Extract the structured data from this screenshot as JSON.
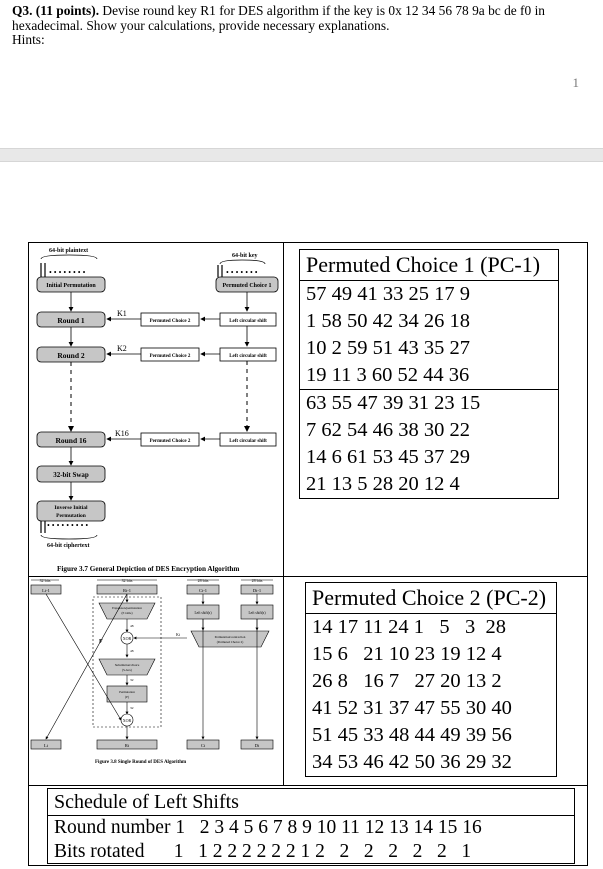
{
  "question": {
    "label": "Q3. (11 points).",
    "text": "Devise round key R1 for DES algorithm if the key is 0x 12 34 56 78 9a bc de f0 in hexadecimal. Show your calculations, provide necessary explanations.",
    "hints": "Hints:"
  },
  "page_number": "1",
  "fig37": {
    "plaintext": "64-bit plaintext",
    "key": "64-bit key",
    "initial_perm": "Initial Permutation",
    "pc1": "Permuted Choice 1",
    "round1": "Round 1",
    "round2": "Round 2",
    "round16": "Round 16",
    "k1": "K1",
    "k2": "K2",
    "k16": "K16",
    "pc2": "Permuted Choice 2",
    "lcs": "Left circular shift",
    "swap": "32-bit Swap",
    "inverse_line1": "Inverse Initial",
    "inverse_line2": "Permutation",
    "ciphertext": "64-bit ciphertext",
    "caption": "Figure 3.7   General Depiction of DES Encryption Algorithm"
  },
  "fig38": {
    "bits32a": "32 bits",
    "bits32b": "32 bits",
    "bits28a": "28 bits",
    "bits28b": "28 bits",
    "l_in": "Li-1",
    "r_in": "Ri-1",
    "c_in": "Ci-1",
    "d_in": "Di-1",
    "expansion_line1": "Expansion/permutation",
    "expansion_line2": "(E table)",
    "n48a": "48",
    "n48b": "48",
    "n32a": "32",
    "n32b": "32",
    "f": "F",
    "xor1": "XOR",
    "xor2": "XOR",
    "ki": "Ki",
    "subst_line1": "Substitution/choice",
    "subst_line2": "(S-box)",
    "perm_line1": "Permutation",
    "perm_line2": "(P)",
    "ls1": "Left shift(s)",
    "ls2": "Left shift(s)",
    "pc2_line1": "Permutation/contraction",
    "pc2_line2": "(Permuted Choice 2)",
    "l_out": "Li",
    "r_out": "Ri",
    "c_out": "Ci",
    "d_out": "Di",
    "caption": "Figure 3.8  Single Round of DES Algorithm"
  },
  "pc1_table": {
    "title": "Permuted Choice 1 (PC-1)",
    "rows": [
      "57 49 41 33 25 17 9",
      "1 58 50 42 34 26 18",
      "10 2 59 51 43 35 27",
      "19 11 3 60 52 44 36",
      "63 55 47 39 31 23 15",
      "7 62 54 46 38 30 22",
      "14 6 61 53 45 37 29",
      "21 13 5 28 20 12 4"
    ]
  },
  "pc2_table": {
    "title": "Permuted Choice 2 (PC-2)",
    "rows": [
      "14 17 11 24 1   5   3  28",
      "15 6   21 10 23 19 12 4",
      "26 8   16 7   27 20 13 2",
      "41 52 31 37 47 55 30 40",
      "51 45 33 48 44 49 39 56",
      "34 53 46 42 50 36 29 32"
    ]
  },
  "shift_table": {
    "title": "Schedule of Left Shifts",
    "round_label": "Round number",
    "round_values": "1   2 3 4 5 6 7 8 9 10 11 12 13 14 15 16",
    "bits_label": "Bits rotated",
    "bits_values": "1   1 2 2 2 2 2 2 1 2   2   2   2   2   2   1"
  }
}
